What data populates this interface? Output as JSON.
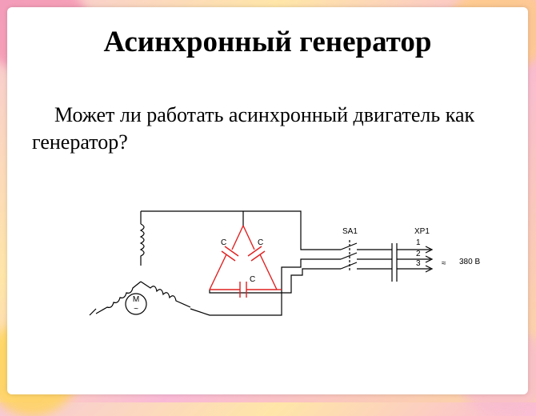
{
  "slide": {
    "title": "Асинхронный генератор",
    "question": "Может ли работать асинхронный двигатель как генератор?"
  },
  "diagram": {
    "capacitor_labels": [
      "C",
      "C",
      "C"
    ],
    "motor_letter": "M",
    "motor_symbol": "~",
    "switch_label": "SA1",
    "connector_label": "XP1",
    "line_numbers": [
      "1",
      "2",
      "3"
    ],
    "ac_symbol": "≈",
    "voltage": "380 В",
    "colors": {
      "capacitor_triangle": "#e02020",
      "wiring": "#000000"
    }
  }
}
